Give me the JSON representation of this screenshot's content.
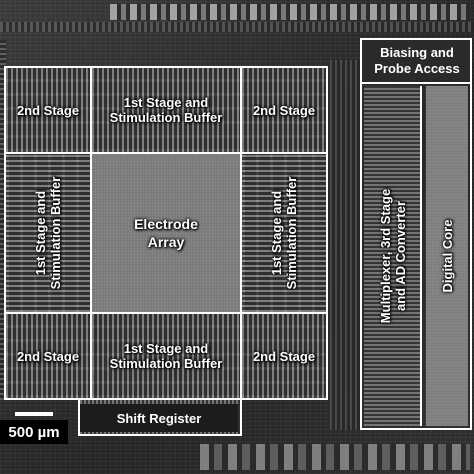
{
  "blocks": {
    "stage2_top_left": "2nd Stage",
    "stage1_top": "1st Stage and\nStimulation Buffer",
    "stage2_top_right": "2nd Stage",
    "stage1_left": "1st Stage and\nStimulation Buffer",
    "electrode_array": "Electrode\nArray",
    "stage1_right": "1st Stage and\nStimulation Buffer",
    "stage2_bottom_left": "2nd Stage",
    "stage1_bottom": "1st Stage and\nStimulation Buffer",
    "stage2_bottom_right": "2nd Stage",
    "shift_register": "Shift Register",
    "biasing": "Biasing and\nProbe Access",
    "multiplexer": "Multiplexer, 3rd Stage\nand AD Converter",
    "digital_core": "Digital Core"
  },
  "scale": {
    "label": "500 µm"
  },
  "colors": {
    "outline": "#ffffff",
    "die": "#2e2e2e"
  }
}
